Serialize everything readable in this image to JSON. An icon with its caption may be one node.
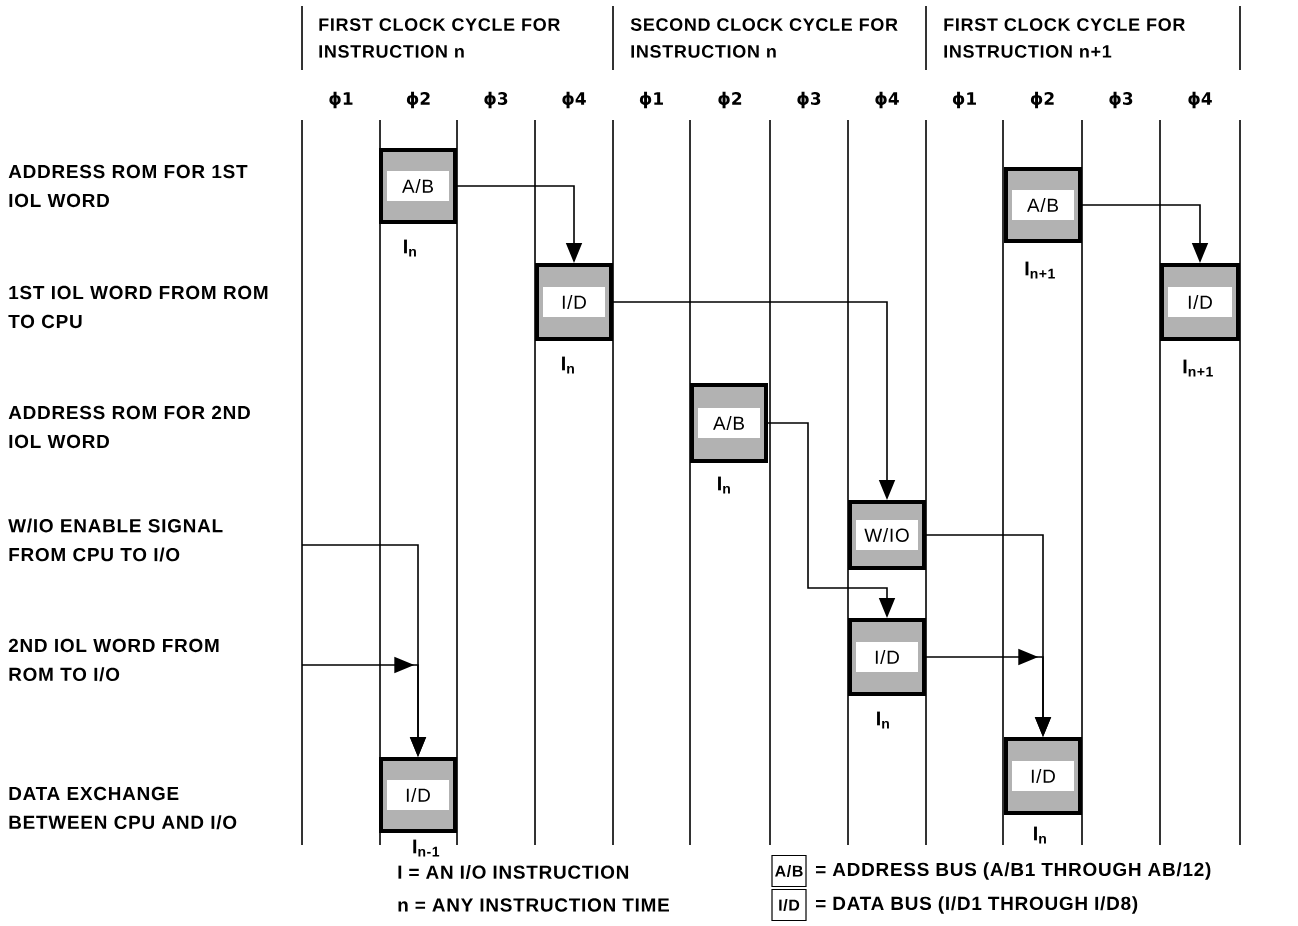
{
  "diagram": {
    "nodes": [
      {
        "text": [
          "A/B"
        ],
        "beside": [
          "I$_{n}$"
        ]
      },
      {
        "text": [
          "I/D"
        ],
        "beside": [
          "I$_{n}$"
        ]
      },
      {
        "text": [
          "A/B"
        ],
        "beside": [
          "I$_{n}$"
        ]
      },
      {
        "text": [
          "W/IO"
        ]
      },
      {
        "text": [
          "I/D"
        ],
        "beside": [
          "I$_{n}$"
        ]
      },
      {
        "text": [
          "I/D"
        ],
        "beside": [
          "I$_{n-1}$"
        ]
      },
      {
        "text": [
          "A/B"
        ],
        "beside": [
          "I$_{n+1}$"
        ]
      },
      {
        "text": [
          "I/D"
        ],
        "beside": [
          "I$_{n+1}$"
        ]
      },
      {
        "text": [
          "I/D"
        ],
        "beside": [
          "I$_{n}$"
        ]
      },
      {
        "text": [
          "A/B"
        ],
        "beside": [
          "= ADDRESS BUS (A/B1 THROUGH AB/12)"
        ]
      },
      {
        "text": [
          "I/D"
        ],
        "beside": [
          "= DATA BUS (I/D1 THROUGH I/D8)"
        ]
      }
    ],
    "edges": [
      {
        "from": 0,
        "to": 1,
        "arrow": "to"
      },
      {
        "from": 1,
        "to": 3,
        "arrow": "to"
      },
      {
        "from": 2,
        "to": 4,
        "arrow": "to"
      },
      {
        "from": 3,
        "to": 8,
        "arrow": "to"
      },
      {
        "from": 4,
        "to": 8,
        "arrow": "to"
      },
      {
        "from": 6,
        "to": 7,
        "arrow": "to"
      },
      {
        "from": null,
        "to": 5,
        "arrow": "to"
      },
      {
        "from": null,
        "to": 5,
        "arrow": "to"
      }
    ],
    "labels": [
      "FIRST CLOCK CYCLE FOR INSTRUCTION n",
      "SECOND CLOCK CYCLE FOR INSTRUCTION n",
      "FIRST CLOCK CYCLE FOR INSTRUCTION n+1",
      "ϕ1",
      "ϕ2",
      "ϕ3",
      "ϕ4",
      "ϕ1",
      "ϕ2",
      "ϕ3",
      "ϕ4",
      "ϕ1",
      "ϕ2",
      "ϕ3",
      "ϕ4",
      "ADDRESS ROM FOR 1ST IOL WORD",
      "1ST IOL WORD FROM ROM TO CPU",
      "ADDRESS ROM FOR 2ND IOL WORD",
      "W/IO ENABLE SIGNAL FROM CPU TO I/O",
      "2ND IOL WORD FROM ROM TO I/O",
      "DATA EXCHANGE BETWEEN CPU AND I/O",
      "I = AN I/O INSTRUCTION",
      "n = ANY INSTRUCTION TIME"
    ]
  }
}
